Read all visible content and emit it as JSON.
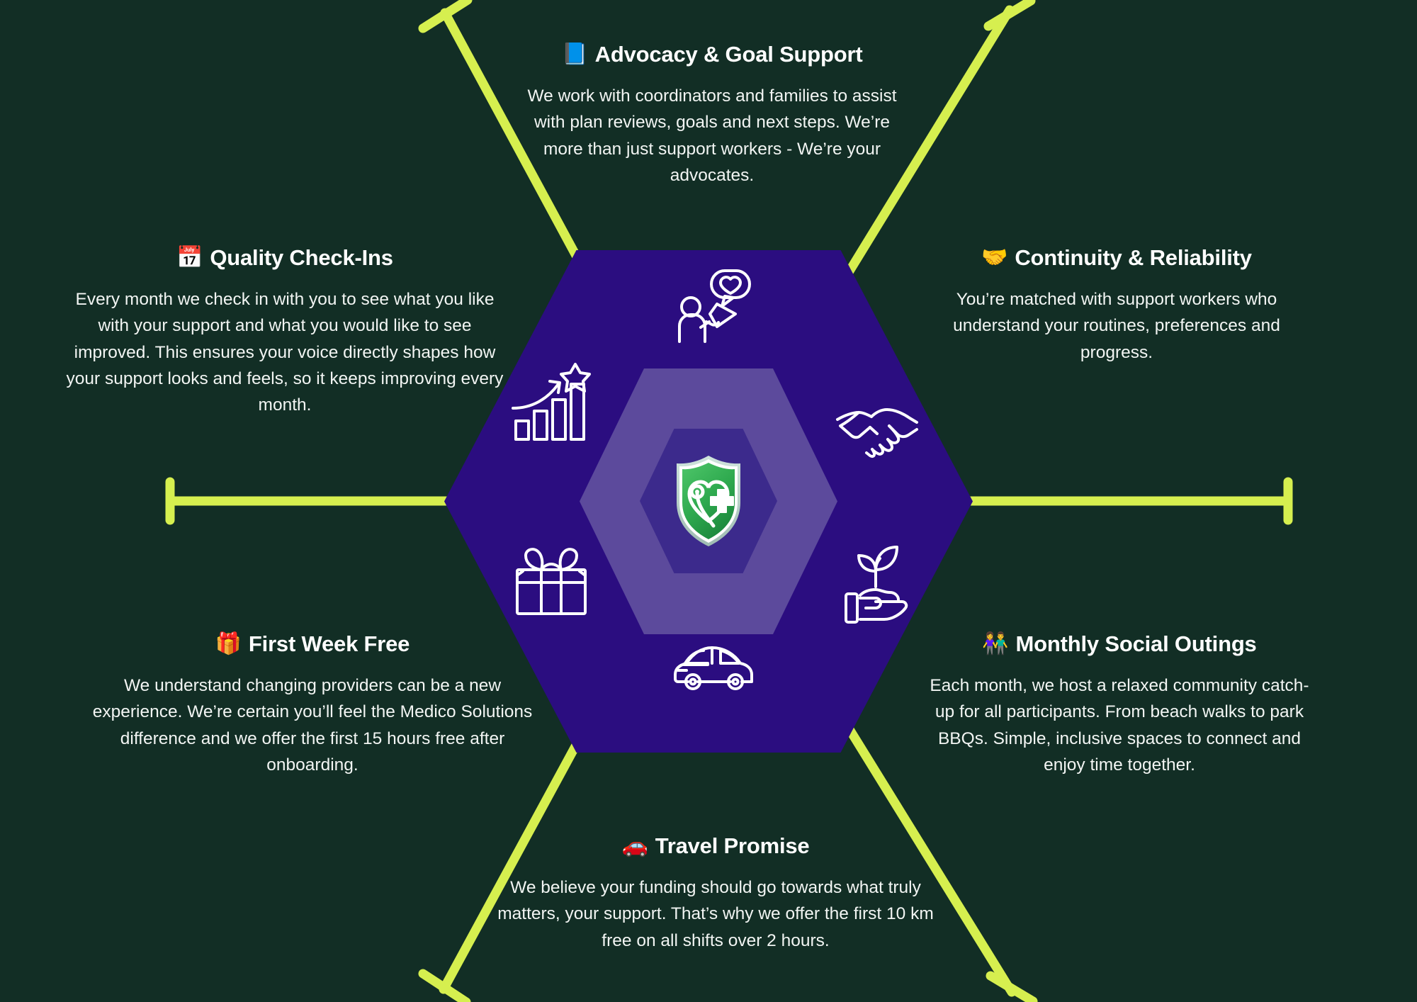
{
  "theme": {
    "background": "#122e25",
    "accent_line": "#d6ef4f",
    "hex_outer": "#2b0d80",
    "hex_mid": "#5c4a9c",
    "hex_inner": "#3c2a8c",
    "heading_color": "#ffffff",
    "body_color": "#f2f5f3",
    "logo_green": "#2faa4f"
  },
  "center": {
    "logo_name": "medico-solutions-shield-logo",
    "logo_description": "Green shield with heart, stethoscope and medical cross"
  },
  "sections": {
    "advocacy": {
      "emoji": "📘",
      "emoji_name": "blue-book-emoji",
      "title": "Advocacy & Goal Support",
      "body": "We work with coordinators and families to assist with plan reviews, goals and next steps. We’re more than just support workers - We’re your advocates.",
      "icon_name": "person-megaphone-heart-icon"
    },
    "continuity": {
      "emoji": "🤝",
      "emoji_name": "handshake-emoji",
      "title": "Continuity & Reliability",
      "body": "You’re matched with support workers who understand your routines, preferences and progress.",
      "icon_name": "handshake-icon"
    },
    "social": {
      "emoji": "👫",
      "emoji_name": "people-holding-hands-emoji",
      "title": "Monthly Social Outings",
      "body": "Each month, we host a relaxed community catch-up for all participants. From beach walks to park BBQs. Simple, inclusive spaces to connect and enjoy time together.",
      "icon_name": "hand-holding-plant-icon"
    },
    "travel": {
      "emoji": "🚗",
      "emoji_name": "red-car-emoji",
      "title": "Travel Promise",
      "body": "We believe your funding should go towards what truly matters, your support. That’s why we offer the first 10 km free on all shifts over 2 hours.",
      "icon_name": "car-icon"
    },
    "firstweek": {
      "emoji": "🎁",
      "emoji_name": "gift-emoji",
      "title": "First Week Free",
      "body": "We understand changing providers can be a new experience. We’re certain you’ll feel the Medico Solutions difference and we offer the first 15 hours free after onboarding.",
      "icon_name": "gift-box-icon"
    },
    "quality": {
      "emoji": "📅",
      "emoji_name": "calendar-emoji",
      "title": "Quality Check-Ins",
      "body": "Every month we check in with you to see what you like with your support and what you would like to see improved. This ensures your voice directly shapes how your support looks and feels, so it keeps improving every month.",
      "icon_name": "growth-chart-star-icon"
    }
  }
}
